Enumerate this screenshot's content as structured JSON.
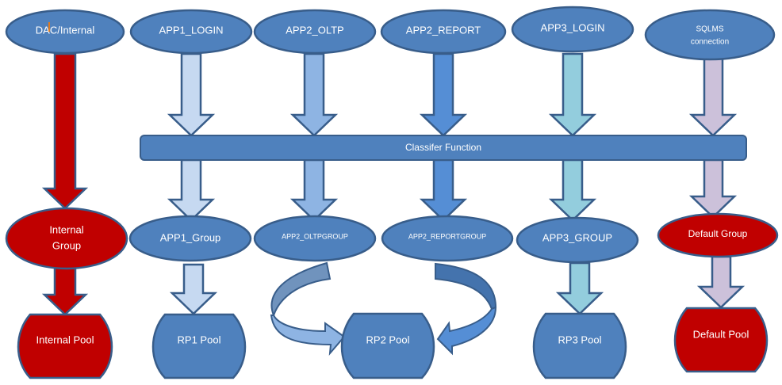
{
  "diagram": {
    "title": "Resource Governor classification flow",
    "colors": {
      "node_blue": "#4f81bd",
      "node_red": "#c00000",
      "stroke": "#385d8a",
      "arrow_internal": "#c00000",
      "arrow_app1": "#c6d9f1",
      "arrow_app2_oltp": "#8eb4e3",
      "arrow_app2_report": "#558ed5",
      "arrow_app3": "#93cddd",
      "arrow_default": "#ccc1da"
    },
    "sources": [
      {
        "label": "DAC/Internal"
      },
      {
        "label": "APP1_LOGIN"
      },
      {
        "label": "APP2_OLTP"
      },
      {
        "label": "APP2_REPORT"
      },
      {
        "label": "APP3_LOGIN"
      },
      {
        "label_line1": "SQLMS",
        "label_line2": "connection"
      }
    ],
    "classifier": {
      "label": "Classifer Function"
    },
    "groups": [
      {
        "label_line1": "Internal",
        "label_line2": "Group"
      },
      {
        "label": "APP1_Group"
      },
      {
        "label": "APP2_OLTPGROUP"
      },
      {
        "label": "APP2_REPORTGROUP"
      },
      {
        "label": "APP3_GROUP"
      },
      {
        "label": "Default Group"
      }
    ],
    "pools": [
      {
        "label": "Internal Pool"
      },
      {
        "label": "RP1 Pool"
      },
      {
        "label": "RP2 Pool"
      },
      {
        "label": "RP3 Pool"
      },
      {
        "label": "Default Pool"
      }
    ]
  }
}
